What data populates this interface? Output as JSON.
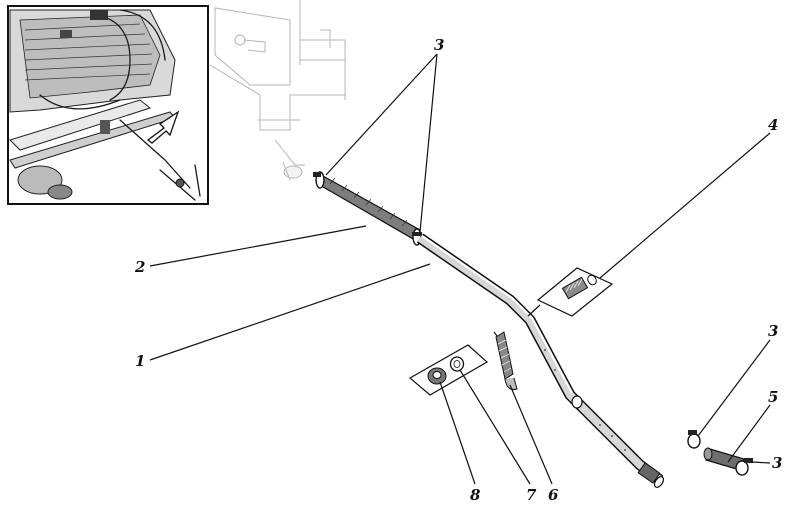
{
  "callouts": {
    "c1": "1",
    "c2": "2",
    "c3_top": "3",
    "c3_right_top": "3",
    "c3_right_bottom": "3",
    "c4": "4",
    "c5": "5",
    "c6": "6",
    "c7": "7",
    "c8": "8"
  },
  "colors": {
    "ink": "#1a1a1a",
    "paper": "#ffffff",
    "shade": "#9a9a9a"
  }
}
